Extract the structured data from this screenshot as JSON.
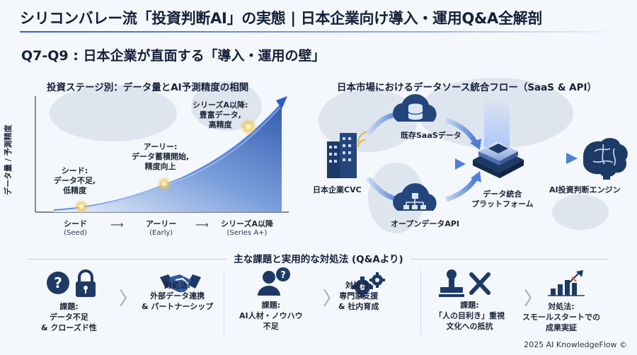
{
  "header": {
    "title": "シリコンバレー流「投資判断AI」の実態 | 日本企業向け導入・運用Q&A全解剖",
    "subtitle": "Q7-Q9 : 日本企業が直面する「導入・運用の壁」"
  },
  "chart_section": {
    "title": "投資ステージ別：データ量とAI予測精度の相関",
    "y_axis_label": "データ量 / 予測精度",
    "points": [
      {
        "lines": [
          "シード:",
          "データ不足,",
          "低精度"
        ]
      },
      {
        "lines": [
          "アーリー:",
          "データ蓄積開始,",
          "精度向上"
        ]
      },
      {
        "lines": [
          "シリーズA以降:",
          "豊富データ,",
          "高精度"
        ]
      }
    ],
    "x_stages": [
      {
        "label": "シード",
        "sub": "(Seed)"
      },
      {
        "label": "アーリー",
        "sub": "(Early)"
      },
      {
        "label": "シリーズA以降",
        "sub": "(Series A+)"
      }
    ],
    "arrow": "⟶"
  },
  "flow_section": {
    "title": "日本市場におけるデータソース統合フロー（SaaS & API）",
    "nodes": {
      "company": "日本企業CVC",
      "saas": "既存SaaSデータ",
      "opendata": "オープンデータAPI",
      "platform_l1": "データ統合",
      "platform_l2": "プラットフォーム",
      "engine": "AI投資判断エンジン"
    }
  },
  "bottom": {
    "title": "主な課題と実用的な対処法 (Q&Aより)",
    "cards": [
      {
        "lines": [
          "課題:",
          "データ不足",
          "& クローズド性"
        ]
      },
      {
        "lines": [
          "対処法:",
          "外部データ連携",
          "& パートナーシップ"
        ]
      },
      {
        "lines": [
          "課題:",
          "AI人材・ノウハウ",
          "不足"
        ]
      },
      {
        "lines": [
          "対処法:",
          "専門家支援",
          "& 社内育成"
        ]
      },
      {
        "lines": [
          "課題:",
          "「人の目利き」重視",
          "文化への抵抗"
        ]
      },
      {
        "lines": [
          "対処法:",
          "スモールスタートでの",
          "成果実証"
        ]
      }
    ],
    "chevron": "〉"
  },
  "footer": "2025 AI KnowledgeFlow ©",
  "colors": {
    "accent": "#2c5fd8",
    "navy": "#1d3a66",
    "glow": "#f2c443"
  }
}
